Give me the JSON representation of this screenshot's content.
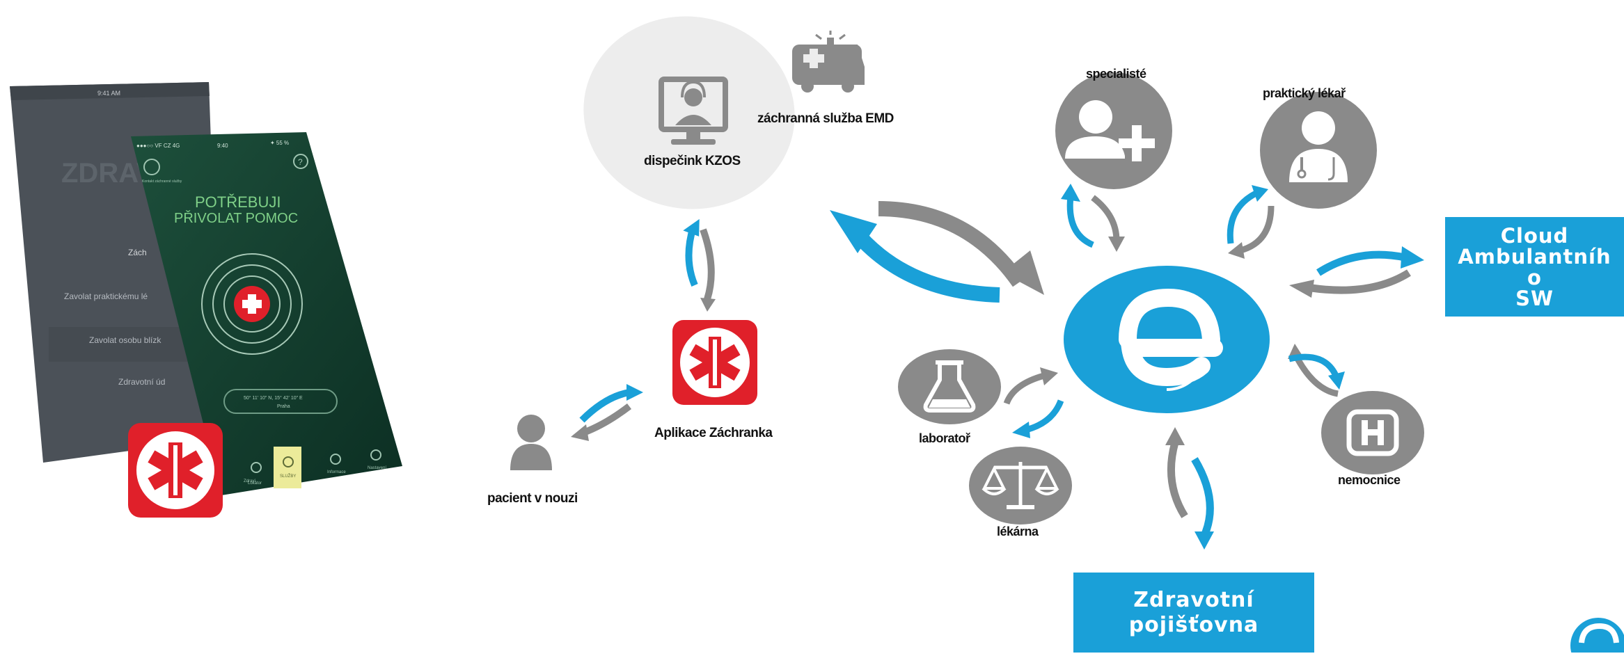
{
  "phone_back": {
    "status_time": "9:41 AM",
    "title_partial": "ZDRAV",
    "menu_items": [
      "Zách",
      "Zavolat praktickému lé",
      "Zavolat osobu blízk",
      "Zdravotní úd"
    ]
  },
  "phone_front": {
    "status_left": "●●●○○ VF CZ  4G",
    "status_time": "9:40",
    "status_right": "✦ 55 %",
    "side_label": "Kontakt záchranné služby",
    "headline_1": "POTŘEBUJI",
    "headline_2": "PŘIVOLAT POMOC",
    "gps_coords": "50° 11' 10\" N, 15° 42' 10\" E",
    "gps_place": "Praha",
    "tabs": [
      "Zdraví",
      "Lokátor",
      "SLUŽBY",
      "Informace",
      "Nastavení"
    ]
  },
  "nodes": {
    "dispecink": "dispečink KZOS",
    "zachranna": "záchranná služba EMD",
    "aplikace": "Aplikace Záchranka",
    "pacient": "pacient v nouzi",
    "specialiste": "specialisté",
    "prakticky": "praktický lékař",
    "laborator": "laboratoř",
    "lekarna": "lékárna",
    "nemocnice": "nemocnice",
    "hub_letter": "e"
  },
  "boxes": {
    "cloud": [
      "Cloud",
      "Ambulantníh",
      "o",
      "SW"
    ],
    "pojistovna": [
      "Zdravotní",
      "pojišťovna"
    ]
  },
  "colors": {
    "blue": "#1aa0d8",
    "gray": "#8a8a8a",
    "red": "#e0202a",
    "phone_green": "#0f3a2c",
    "phone_gray": "#4a5057"
  }
}
